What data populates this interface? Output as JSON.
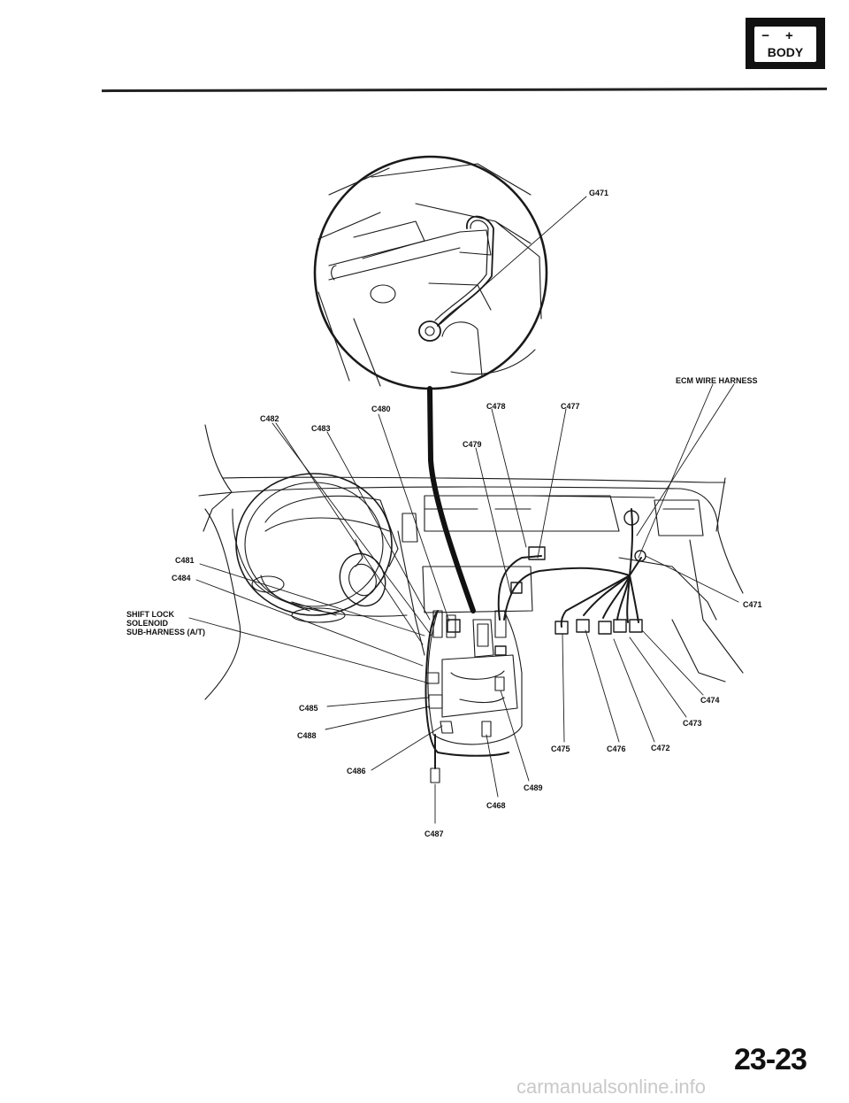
{
  "badge": {
    "minus": "−",
    "plus": "+",
    "text": "BODY"
  },
  "labels": {
    "g471": "G471",
    "ecm_harness": "ECM WIRE HARNESS",
    "c482": "C482",
    "c480": "C480",
    "c478": "C478",
    "c477": "C477",
    "c483": "C483",
    "c479": "C479",
    "c481": "C481",
    "c484": "C484",
    "shift_lock": "SHIFT LOCK\nSOLENOID\nSUB-HARNESS (A/T)",
    "c471": "C471",
    "c474": "C474",
    "c473": "C473",
    "c472": "C472",
    "c475": "C475",
    "c476": "C476",
    "c485": "C485",
    "c488": "C488",
    "c486": "C486",
    "c489": "C489",
    "c468": "C468",
    "c487": "C487"
  },
  "page_number": "23-23",
  "watermark": "carmanualsonline.info"
}
